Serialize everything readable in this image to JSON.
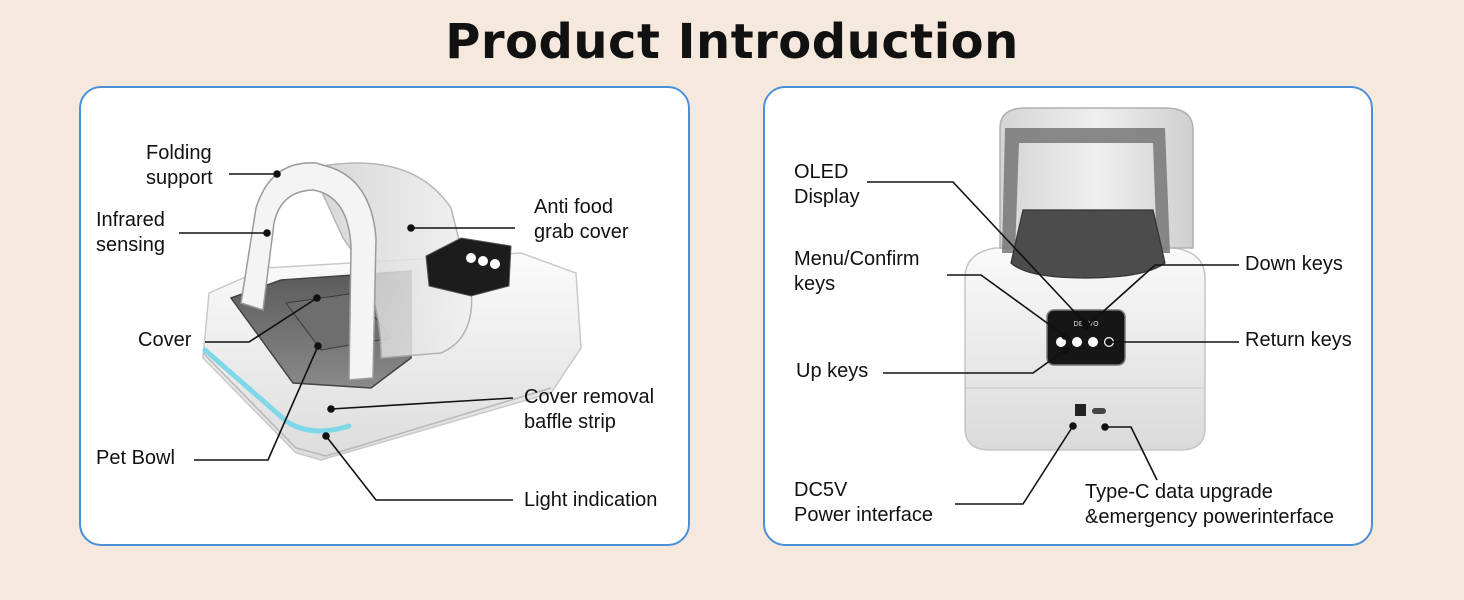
{
  "title": "Product Introduction",
  "left_panel": {
    "labels": {
      "folding_support": [
        "Folding",
        "support"
      ],
      "infrared_sensing": [
        "Infrared",
        "sensing"
      ],
      "cover": "Cover",
      "pet_bowl": "Pet Bowl",
      "anti_food_grab_cover": [
        "Anti food",
        "grab cover"
      ],
      "cover_removal_baffle_strip": [
        "Cover removal",
        "baffle strip"
      ],
      "light_indication": "Light indication"
    }
  },
  "right_panel": {
    "labels": {
      "oled_display": [
        "OLED",
        "Display"
      ],
      "menu_confirm_keys": [
        "Menu/Confirm",
        "keys"
      ],
      "up_keys": "Up keys",
      "down_keys": "Down keys",
      "return_keys": "Return keys",
      "dc5v_power_interface": [
        "DC5V",
        "Power interface"
      ],
      "type_c_interface": [
        "Type-C data upgrade",
        "&emergency powerinterface"
      ]
    },
    "device_brand": "DENVO"
  },
  "colors": {
    "background": "#f5e9dd",
    "panel_border": "#4a90d9",
    "light_strip": "#7fd8e8"
  }
}
